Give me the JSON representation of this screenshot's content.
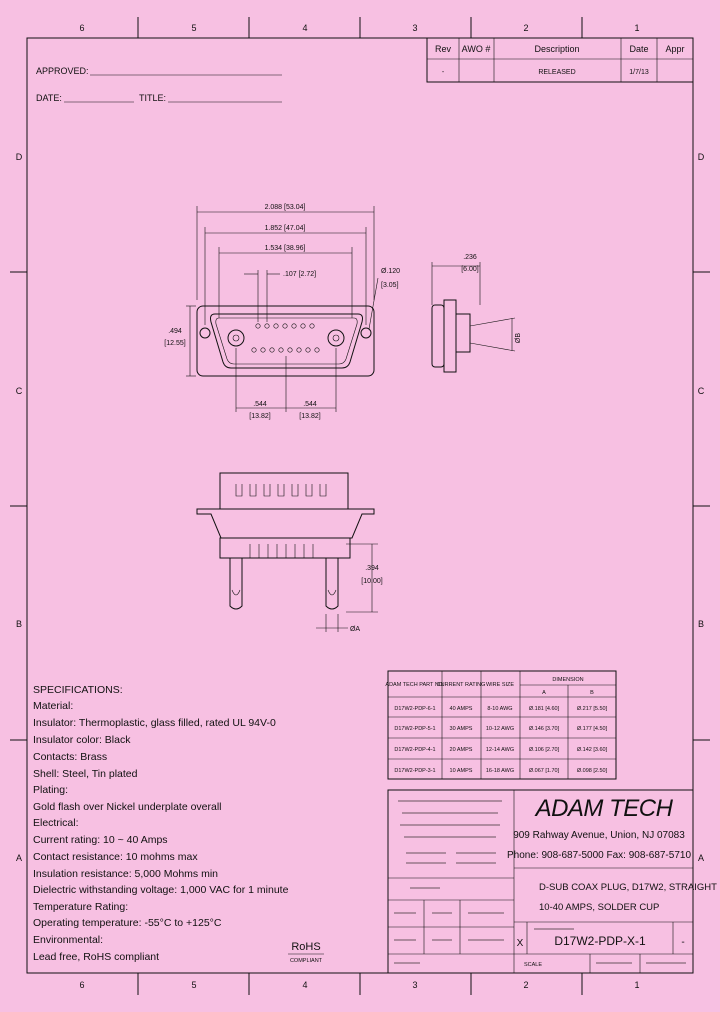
{
  "frame": {
    "cols_top": [
      "6",
      "5",
      "4",
      "3",
      "2",
      "1"
    ],
    "cols_bottom": [
      "6",
      "5",
      "4",
      "3",
      "2",
      "1"
    ],
    "rows_left": [
      "D",
      "C",
      "B",
      "A"
    ],
    "rows_right": [
      "D",
      "C",
      "B",
      "A"
    ]
  },
  "header": {
    "approved_label": "APPROVED:",
    "date_label": "DATE:",
    "title_label": "TITLE:"
  },
  "revision_table": {
    "headers": [
      "Rev",
      "AWO #",
      "Description",
      "Date",
      "Appr"
    ],
    "rows": [
      [
        "-",
        "",
        "RELEASED",
        "1/7/13",
        ""
      ]
    ]
  },
  "dimensions": {
    "overall_width": "2.088 [53.04]",
    "mount_hole_spacing": "1.852 [47.04]",
    "contact_span": "1.534 [38.96]",
    "contact_pitch": ".107 [2.72]",
    "hole_dia_in": "Ø.120",
    "hole_dia_mm": "[3.05]",
    "shell_height_in": ".494",
    "shell_height_mm": "[12.55]",
    "left_offset_in": ".544",
    "left_offset_mm": "[13.82]",
    "right_offset_in": ".544",
    "right_offset_mm": "[13.82]",
    "side_depth_in": ".236",
    "side_depth_mm": "[6.00]",
    "side_dia_label": "ØB",
    "tail_length_in": ".394",
    "tail_length_mm": "[10.00]",
    "tail_dia_label": "ØA"
  },
  "wire_table": {
    "headers": {
      "part": "ADAM TECH PART NO.",
      "current": "CURRENT RATING",
      "wire": "WIRE SIZE",
      "dimension": "DIMENSION",
      "a": "A",
      "b": "B"
    },
    "rows": [
      [
        "D17W2-PDP-6-1",
        "40 AMPS",
        "8-10 AWG",
        "Ø.181 [4.60]",
        "Ø.217 [5.50]"
      ],
      [
        "D17W2-PDP-5-1",
        "30 AMPS",
        "10-12 AWG",
        "Ø.146 [3.70]",
        "Ø.177 [4.50]"
      ],
      [
        "D17W2-PDP-4-1",
        "20 AMPS",
        "12-14 AWG",
        "Ø.106 [2.70]",
        "Ø.142 [3.60]"
      ],
      [
        "D17W2-PDP-3-1",
        "10 AMPS",
        "16-18 AWG",
        "Ø.067 [1.70]",
        "Ø.098 [2.50]"
      ]
    ]
  },
  "specifications": [
    "SPECIFICATIONS:",
    "Material:",
    "Insulator: Thermoplastic, glass filled, rated UL 94V-0",
    "Insulator color: Black",
    "Contacts: Brass",
    "Shell: Steel, Tin plated",
    "Plating:",
    "Gold flash over Nickel underplate overall",
    "Electrical:",
    "Current rating: 10 ~ 40 Amps",
    "Contact resistance: 10 mohms max",
    "Insulation resistance: 5,000 Mohms min",
    "Dielectric withstanding voltage: 1,000 VAC for 1 minute",
    "Temperature Rating:",
    "Operating temperature: -55°C to +125°C",
    "Environmental:",
    "Lead free, RoHS compliant"
  ],
  "rohs": {
    "mark": "RoHS",
    "sub": "COMPLIANT"
  },
  "title_block": {
    "company": "ADAM TECH",
    "address": "909 Rahway Avenue, Union, NJ 07083",
    "phone": "Phone: 908-687-5000 Fax: 908-687-5710",
    "title_line1": "D-SUB COAX PLUG, D17W2, STRAIGHT",
    "title_line2": "10-40 AMPS, SOLDER CUP",
    "size": "X",
    "part_number": "D17W2-PDP-X-1",
    "rev": "-",
    "scale": "SCALE"
  }
}
